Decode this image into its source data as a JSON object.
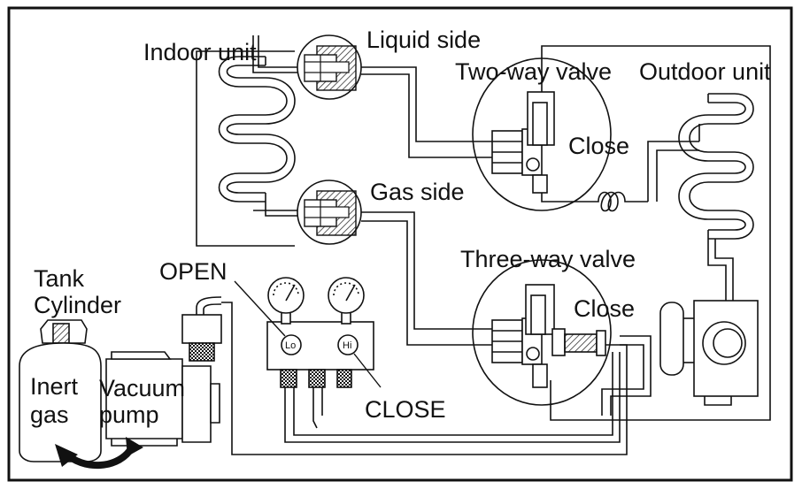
{
  "labels": {
    "indoor_unit": "Indoor unit",
    "liquid_side": "Liquid side",
    "two_way_valve": "Two-way valve",
    "outdoor_unit": "Outdoor unit",
    "close_upper": "Close",
    "gas_side": "Gas side",
    "three_way_valve": "Three-way valve",
    "close_lower": "Close",
    "open": "OPEN",
    "close_caps": "CLOSE",
    "tank": "Tank",
    "cylinder": "Cylinder",
    "inert": "Inert",
    "gas": "gas",
    "vacuum": "Vacuum",
    "pump": "pump",
    "gauge_lo": "Lo",
    "gauge_hi": "Hi"
  },
  "colors": {
    "line": "#111111",
    "background": "#ffffff",
    "hatch": "#333333"
  }
}
